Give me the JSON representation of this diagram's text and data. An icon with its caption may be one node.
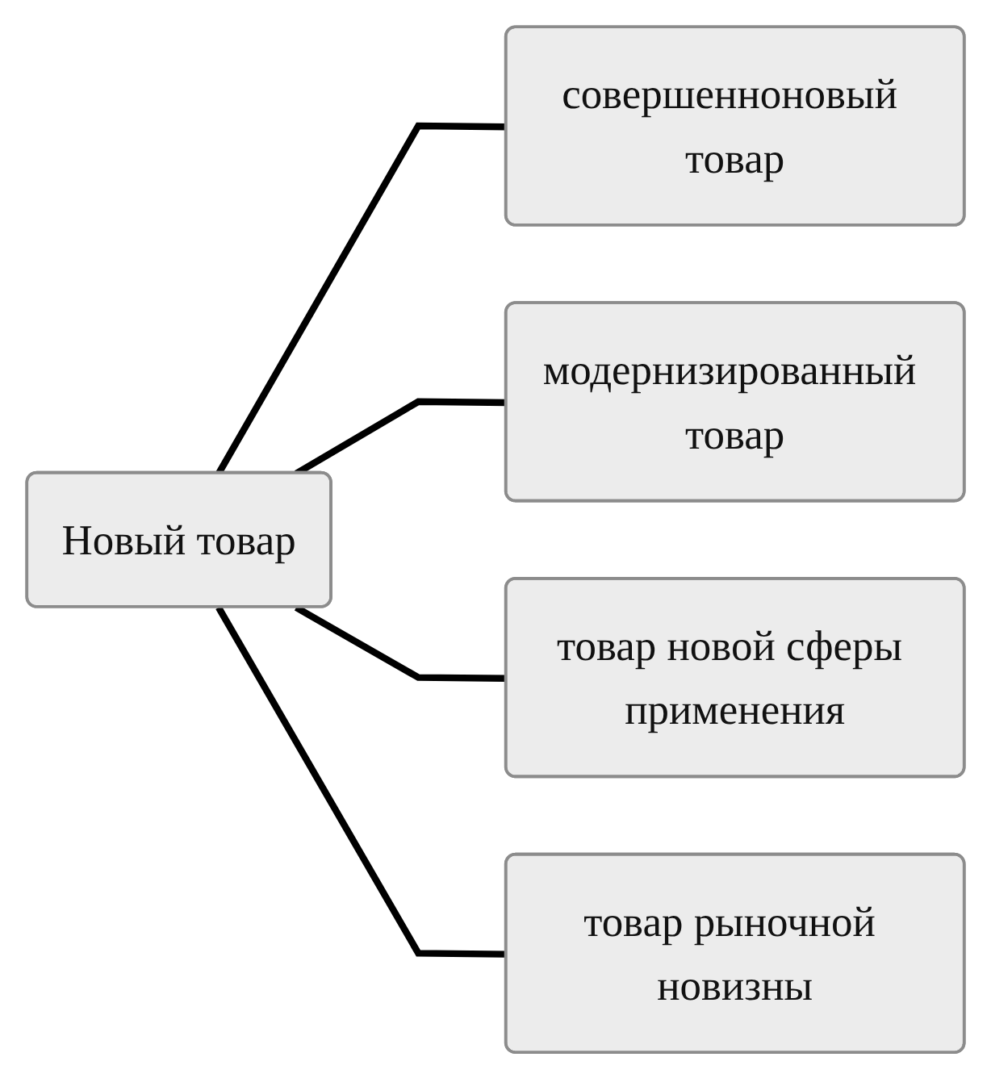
{
  "diagram": {
    "nodes": [
      {
        "text": [
          "Новый товар"
        ]
      },
      {
        "text": [
          "совершенноновый товар"
        ]
      },
      {
        "text": [
          "модернизированный товар"
        ]
      },
      {
        "text": [
          "товар новой сферы применения"
        ]
      },
      {
        "text": [
          "товар рыночной новизны"
        ]
      }
    ],
    "edges": [
      {
        "from": 0,
        "to": 1,
        "arrow": "none"
      },
      {
        "from": 0,
        "to": 2,
        "arrow": "none"
      },
      {
        "from": 0,
        "to": 3,
        "arrow": "none"
      },
      {
        "from": 0,
        "to": 4,
        "arrow": "none"
      }
    ]
  }
}
